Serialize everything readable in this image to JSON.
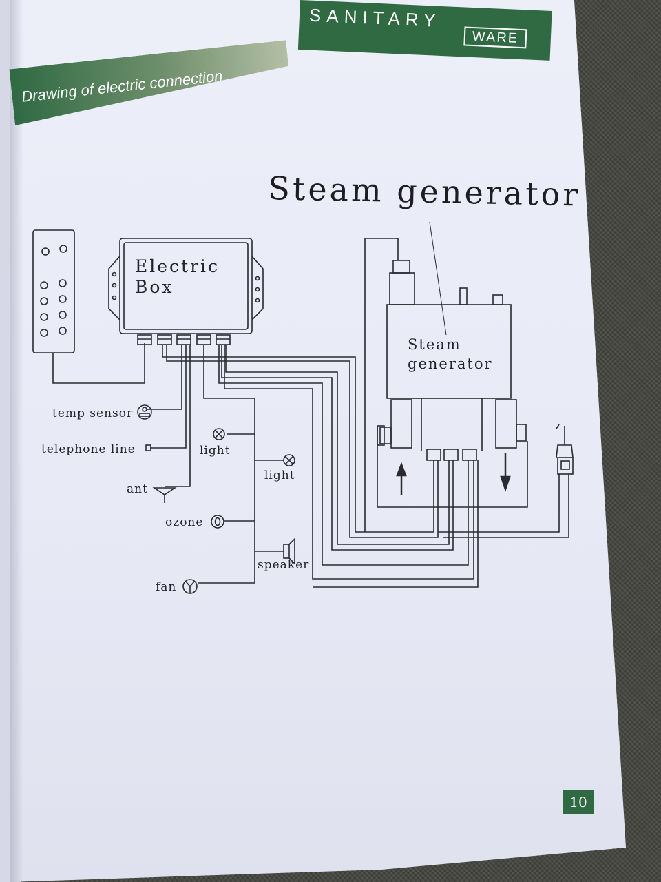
{
  "header": {
    "brand_main": "SANITARY",
    "brand_sub": "WARE",
    "section_title": "Drawing of electric connection",
    "brand_color": "#2f6a42"
  },
  "diagram": {
    "title": "Steam generator",
    "electric_box_label_line1": "Electric",
    "electric_box_label_line2": "Box",
    "steam_generator_label_line1": "Steam",
    "steam_generator_label_line2": "generator",
    "labels": {
      "temp_sensor": "temp sensor",
      "telephone_line": "telephone line",
      "ant": "ant",
      "light_1": "light",
      "light_2": "light",
      "ozone": "ozone",
      "speaker": "speaker",
      "fan": "fan"
    }
  },
  "footer": {
    "page_number": "10"
  }
}
